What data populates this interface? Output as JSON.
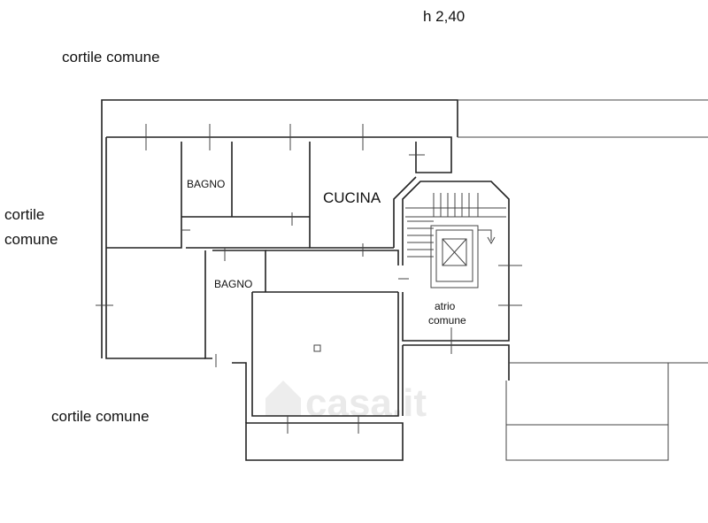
{
  "plan": {
    "height_label": "h 2,40",
    "outside": {
      "top": "cortile comune",
      "left_line1": "cortile",
      "left_line2": "comune",
      "bottom": "cortile comune"
    },
    "rooms": {
      "bagno_upper": "BAGNO",
      "cucina": "CUCINA",
      "bagno_lower": "BAGNO",
      "atrio_line1": "atrio",
      "atrio_line2": "comune"
    },
    "watermark": "casa.it"
  }
}
